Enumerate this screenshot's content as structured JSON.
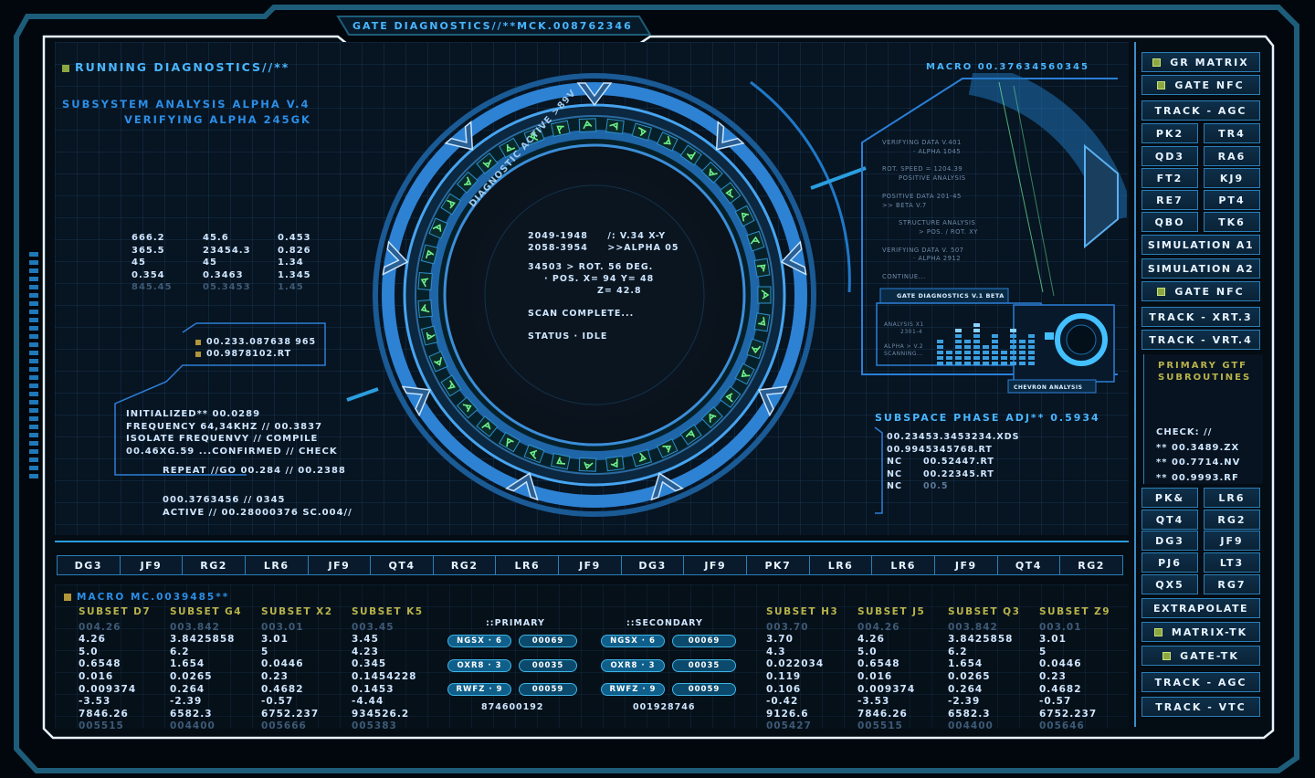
{
  "header": {
    "title": "GATE DIAGNOSTICS//**MCK.008762346"
  },
  "top_left": {
    "running": "RUNNING DIAGNOSTICS//**",
    "sub1": "SUBSYSTEM ANALYSIS ALPHA V.4",
    "sub2": "VERIFYING ALPHA 245GK"
  },
  "num_table": {
    "rows": [
      [
        "666.2",
        "45.6",
        "0.453"
      ],
      [
        "365.5",
        "23454.3",
        "0.826"
      ],
      [
        "45",
        "45",
        "1.34"
      ],
      [
        "0.354",
        "0.3463",
        "1.345"
      ],
      [
        "845.45",
        "05.3453",
        "1.45"
      ]
    ]
  },
  "init_box": {
    "a": "00.233.087638 965",
    "b": "00.9878102.RT",
    "l1": "INITIALIZED** 00.0289",
    "l2": "FREQUENCY 64,34KHZ // 00.3837",
    "l3": "ISOLATE FREQUENVY // COMPILE",
    "l4": "00.46XG.59 ...CONFIRMED // CHECK",
    "l5": "REPEAT //GO 00.284 // 00.2388",
    "l6": "000.3763456 // 0345",
    "l7": "ACTIVE // 00.28000376 SC.004//"
  },
  "gate": {
    "arc_label": "DIAGNOSTIC ACTIVE >89V",
    "c1": "2049-1948     /: V.34 X-Y",
    "c2": "2058-3954     >>ALPHA 05",
    "c3": "34503 > ROT. 56 DEG.",
    "c4": "· POS. X= 94  Y= 48",
    "c5": "Z= 42.8",
    "c6": "SCAN COMPLETE...",
    "c7": "STATUS · IDLE"
  },
  "right_panel": {
    "macro": "MACRO 00.37634560345",
    "v1": "VERIFYING DATA V.401",
    "v2": "· ALPHA 1045",
    "v3": "ROT. SPEED = 1204.39",
    "v4": "POSITIVE ANALYSIS",
    "v5": "POSITIVE DATA 201-45",
    "v6": ">> BETA V.7",
    "v7": "STRUCTURE ANALYSIS",
    "v8": "> POS. / ROT. XY",
    "v9": "VERIFYING DATA V. 507",
    "v10": "· ALPHA 2912",
    "v11": "CONTINUE...",
    "beta_tag": "GATE DIAGNOSTICS V.1 BETA",
    "an1": "ANALYSIS X1",
    "an2": "2301-4",
    "an3": "ALPHA > V.2",
    "an4": "SCANNING...",
    "chevron": "CHEVRON ANALYSIS",
    "phase": "SUBSPACE PHASE ADJ** 0.5934",
    "p1": "00.23453.3453234.XDS",
    "p2": "00.9945345768.RT",
    "p3a": "NC",
    "p3b": "00.52447.RT",
    "p4a": "NC",
    "p4b": "00.22345.RT",
    "p5a": "NC",
    "p5b": "00.5"
  },
  "sidebar": {
    "top": [
      "GR MATRIX",
      "GATE NFC"
    ],
    "track1": "TRACK - AGC",
    "pairs1": [
      [
        "PK2",
        "TR4"
      ],
      [
        "QD3",
        "RA6"
      ],
      [
        "FT2",
        "KJ9"
      ],
      [
        "RE7",
        "PT4"
      ],
      [
        "QBO",
        "TK6"
      ]
    ],
    "sim1": "SIMULATION A1",
    "sim2": "SIMULATION A2",
    "gate2": "GATE NFC",
    "track2": "TRACK - XRT.3",
    "track3": "TRACK - VRT.4",
    "primary": "PRIMARY GTF SUBROUTINES",
    "check": "CHECK: //",
    "ch1": "** 00.3489.ZX",
    "ch2": "** 00.7714.NV",
    "ch3": "** 00.9993.RF",
    "pairs2": [
      [
        "PK&",
        "LR6"
      ],
      [
        "QT4",
        "RG2"
      ],
      [
        "DG3",
        "JF9"
      ],
      [
        "PJ6",
        "LT3"
      ],
      [
        "QX5",
        "RG7"
      ]
    ],
    "extrap": "EXTRAPOLATE",
    "mtk": "MATRIX-TK",
    "gtk": "GATE-TK",
    "track4": "TRACK - AGC",
    "track5": "TRACK - VTC"
  },
  "tabs": [
    "DG3",
    "JF9",
    "RG2",
    "LR6",
    "JF9",
    "QT4",
    "RG2",
    "LR6",
    "JF9",
    "DG3",
    "JF9",
    "PK7",
    "LR6",
    "LR6",
    "JF9",
    "QT4",
    "RG2"
  ],
  "bottom": {
    "macro": "MACRO MC.0039485**",
    "left_subsets": [
      {
        "h": "SUBSET D7",
        "v": [
          "004.26",
          "4.26",
          "5.0",
          "0.6548",
          "0.016",
          "0.009374",
          "-3.53",
          "7846.26",
          "005515"
        ]
      },
      {
        "h": "SUBSET G4",
        "v": [
          "003.842",
          "3.8425858",
          "6.2",
          "1.654",
          "0.0265",
          "0.264",
          "-2.39",
          "6582.3",
          "004400"
        ]
      },
      {
        "h": "SUBSET X2",
        "v": [
          "003.01",
          "3.01",
          "5",
          "0.0446",
          "0.23",
          "0.4682",
          "-0.57",
          "6752.237",
          "005666"
        ]
      },
      {
        "h": "SUBSET K5",
        "v": [
          "003.45",
          "3.45",
          "4.23",
          "0.345",
          "0.1454228",
          "0.1453",
          "-4.44",
          "934526.2",
          "005383"
        ]
      }
    ],
    "right_subsets": [
      {
        "h": "SUBSET H3",
        "v": [
          "003.70",
          "3.70",
          "4.3",
          "0.022034",
          "0.119",
          "0.106",
          "-0.42",
          "9126.6",
          "005427"
        ]
      },
      {
        "h": "SUBSET J5",
        "v": [
          "004.26",
          "4.26",
          "5.0",
          "0.6548",
          "0.016",
          "0.009374",
          "-3.53",
          "7846.26",
          "005515"
        ]
      },
      {
        "h": "SUBSET Q3",
        "v": [
          "003.842",
          "3.8425858",
          "6.2",
          "1.654",
          "0.0265",
          "0.264",
          "-2.39",
          "6582.3",
          "004400"
        ]
      },
      {
        "h": "SUBSET Z9",
        "v": [
          "003.01",
          "3.01",
          "5",
          "0.0446",
          "0.23",
          "0.4682",
          "-0.57",
          "6752.237",
          "005646"
        ]
      }
    ],
    "primary": {
      "title": "::PRIMARY",
      "rows": [
        [
          "NGSX · 6",
          "00069"
        ],
        [
          "OXR8 · 3",
          "00035"
        ],
        [
          "RWFZ · 9",
          "00059"
        ]
      ],
      "code": "874600192"
    },
    "secondary": {
      "title": "::SECONDARY",
      "rows": [
        [
          "NGSX · 6",
          "00069"
        ],
        [
          "OXR8 · 3",
          "00035"
        ],
        [
          "RWFZ · 9",
          "00059"
        ]
      ],
      "code": "001928746"
    }
  }
}
